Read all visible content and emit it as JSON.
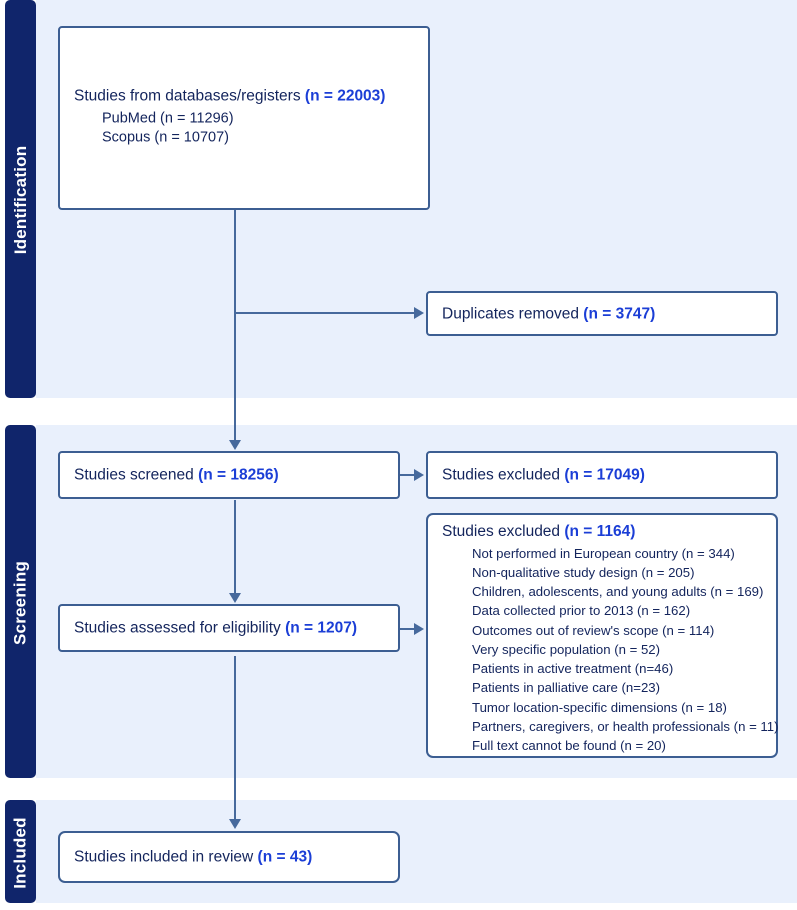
{
  "diagram": {
    "type": "prisma-flow-diagram",
    "colors": {
      "phase_tab": "#10256b",
      "band": "#e9f0fc",
      "box_border": "#3c5e92",
      "text": "#13245c",
      "count_accent": "#1b3ed6",
      "connector": "#46699c"
    }
  },
  "phases": [
    {
      "id": "identification",
      "label": "Identification"
    },
    {
      "id": "screening",
      "label": "Screening"
    },
    {
      "id": "included",
      "label": "Included"
    }
  ],
  "boxes": {
    "records_identified": {
      "title": "Studies from databases/registers",
      "count": "(n = 22003)",
      "sources": [
        "PubMed (n = 11296)",
        "Scopus (n = 10707)"
      ]
    },
    "duplicates_removed": {
      "title": "Duplicates removed",
      "count": "(n = 3747)"
    },
    "studies_screened": {
      "title": "Studies screened",
      "count": "(n = 18256)"
    },
    "studies_excluded_screening": {
      "title": "Studies excluded",
      "count": "(n = 17049)"
    },
    "studies_assessed": {
      "title": "Studies assessed for eligibility",
      "count": "(n = 1207)"
    },
    "studies_excluded_eligibility": {
      "title": "Studies excluded",
      "count": "(n = 1164)",
      "reasons": [
        "Not performed in European country (n = 344)",
        "Non-qualitative study design (n = 205)",
        "Children, adolescents, and young adults (n = 169)",
        "Data collected prior to 2013 (n = 162)",
        "Outcomes out of review's scope (n = 114)",
        "Very specific population (n = 52)",
        "Patients in active treatment (n=46)",
        "Patients in palliative care (n=23)",
        "Tumor location-specific dimensions (n = 18)",
        "Partners, caregivers, or health professionals (n = 11)",
        "Full text cannot be found (n = 20)"
      ]
    },
    "studies_included": {
      "title": "Studies included in review",
      "count": "(n = 43)"
    }
  }
}
